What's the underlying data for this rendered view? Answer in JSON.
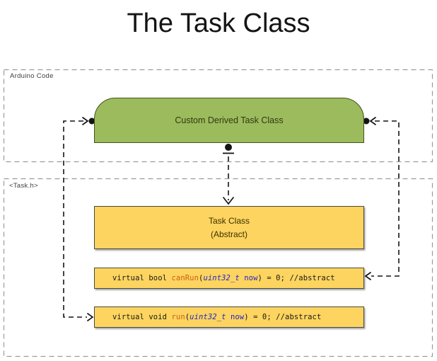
{
  "title": "The Task Class",
  "colors": {
    "title_color": "#141414",
    "green_fill": "#9cbb5d",
    "green_border": "#45521d",
    "green_text": "#2e3a10",
    "yellow_fill": "#fcd45f",
    "yellow_border": "#4a4a44",
    "yellow_text": "#3e3200",
    "region_border": "#9b9b9b",
    "region_label": "#3f3f3f",
    "connector": "#141414",
    "code_plain": "#191919",
    "code_function": "#cf5f17",
    "code_type": "#2424c8",
    "code_variable": "#2424c8"
  },
  "regions": {
    "arduino": {
      "label": "Arduino Code"
    },
    "task_header": {
      "label": "<Task.h>"
    }
  },
  "nodes": {
    "derived_class": {
      "label": "Custom Derived Task Class"
    },
    "task_class": {
      "line1": "Task Class",
      "line2": "(Abstract)"
    },
    "canrun_method": {
      "segments": [
        {
          "text": "virtual bool ",
          "role": "plain"
        },
        {
          "text": "canRun",
          "role": "function"
        },
        {
          "text": "(",
          "role": "plain"
        },
        {
          "text": "uint32_t",
          "role": "type",
          "italic": true
        },
        {
          "text": " ",
          "role": "plain"
        },
        {
          "text": "now",
          "role": "variable"
        },
        {
          "text": ") = 0; //abstract",
          "role": "plain"
        }
      ]
    },
    "run_method": {
      "segments": [
        {
          "text": "virtual void ",
          "role": "plain"
        },
        {
          "text": "run",
          "role": "function"
        },
        {
          "text": "(",
          "role": "plain"
        },
        {
          "text": "uint32_t",
          "role": "type",
          "italic": true
        },
        {
          "text": " ",
          "role": "plain"
        },
        {
          "text": "now",
          "role": "variable"
        },
        {
          "text": ") = 0; //abstract",
          "role": "plain"
        }
      ]
    }
  }
}
